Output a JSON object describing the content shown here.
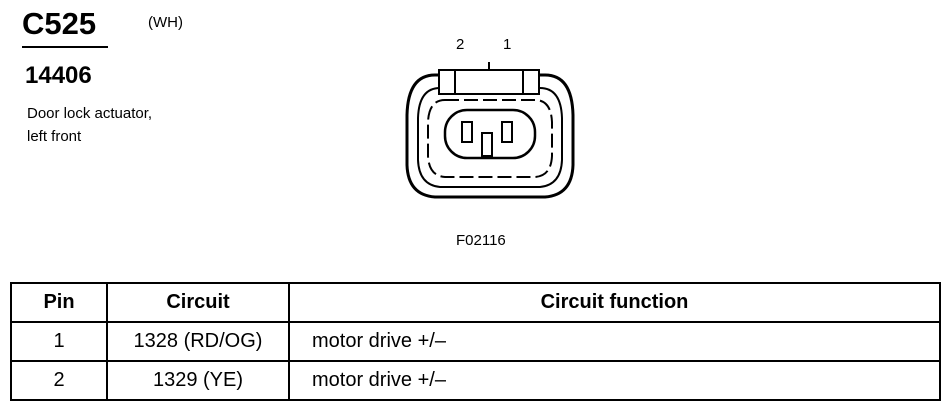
{
  "connector": {
    "id": "C525",
    "color": "(WH)",
    "part_number": "14406",
    "description_line1": "Door lock actuator,",
    "description_line2": "left front"
  },
  "diagram": {
    "pin_labels": [
      "2",
      "1"
    ],
    "figure_code": "F02116"
  },
  "table": {
    "headers": [
      "Pin",
      "Circuit",
      "Circuit function"
    ],
    "rows": [
      {
        "pin": "1",
        "circuit": "1328 (RD/OG)",
        "function": "motor drive +/–"
      },
      {
        "pin": "2",
        "circuit": "1329 (YE)",
        "function": "motor drive +/–"
      }
    ]
  }
}
